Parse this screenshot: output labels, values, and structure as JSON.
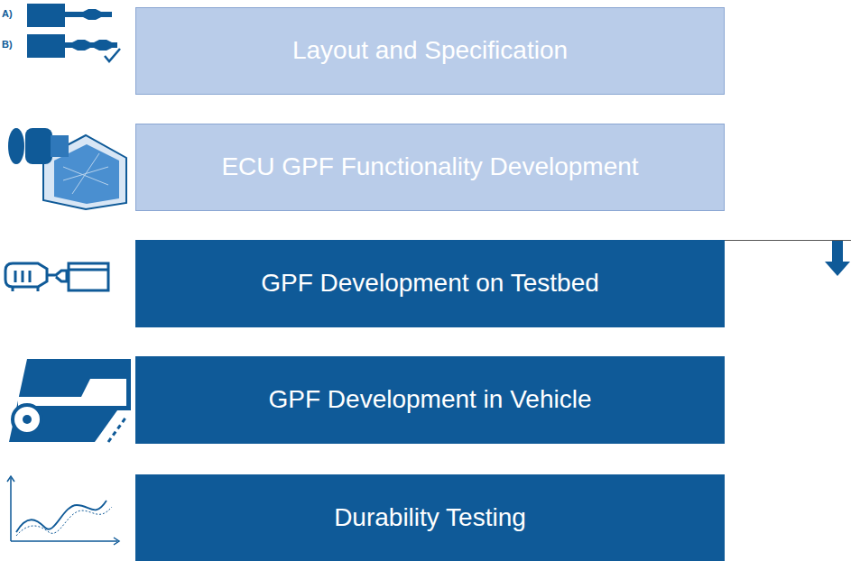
{
  "diagram": {
    "nodes": [
      {
        "text": [
          "Layout and Specification"
        ]
      },
      {
        "text": [
          "ECU GPF Functionality Development"
        ]
      },
      {
        "text": [
          "GPF Development on Testbed"
        ]
      },
      {
        "text": [
          "GPF Development in Vehicle"
        ]
      },
      {
        "text": [
          "Durability Testing"
        ]
      }
    ],
    "labels": [
      "A)",
      "B)"
    ]
  }
}
